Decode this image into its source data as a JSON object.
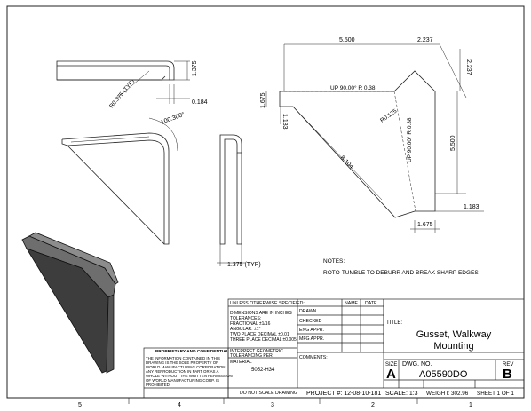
{
  "dimensions": {
    "top_height": "1.375",
    "top_radius": "R0.375 (TYP)",
    "top_offset": "0.184",
    "bend_angle": "100.300°",
    "side_width": "1.375 (TYP)",
    "flat_width_top": "5.500",
    "flat_tab_top": "2.237",
    "flat_tab_right": "2.237",
    "flat_left_small": "1.675",
    "flat_left_inner": "1.183",
    "bend_up_1": "UP  90.00°  R 0.38",
    "bend_up_2": "UP  90.00°  R 0.38",
    "flat_radius": "R0.125",
    "flat_diagonal": "8.104",
    "flat_height": "5.500",
    "flat_bottom_right": "1.183",
    "flat_bottom": "1.675"
  },
  "notes": {
    "heading": "NOTES:",
    "line1": "ROTO-TUMBLE TO DEBURR AND BREAK SHARP EDGES"
  },
  "title_block": {
    "unless_specified": "UNLESS OTHERWISE SPECIFIED:",
    "col_name": "NAME",
    "col_date": "DATE",
    "dims_line1": "DIMENSIONS ARE IN INCHES",
    "dims_line2": "TOLERANCES:",
    "dims_line3": "FRACTIONAL ±1/16",
    "dims_line4": "ANGULAR: ±1°",
    "dims_line5": "TWO PLACE DECIMAL    ±0.01",
    "dims_line6": "THREE PLACE DECIMAL  ±0.005",
    "row_drawn": "DRAWN",
    "row_checked": "CHECKED",
    "row_eng": "ENG APPR.",
    "row_mfg": "MFG APPR.",
    "row_comments": "COMMENTS:",
    "interpret_1": "INTERPRET GEOMETRIC",
    "interpret_2": "TOLERANCING PER:",
    "material_label": "MATERIAL",
    "material_value": "5052-H34",
    "prop_title": "PROPRIETARY AND CONFIDENTIAL",
    "prop_1": "THE INFORMATION CONTAINED IN THIS",
    "prop_2": "DRAWING IS THE SOLE PROPERTY OF",
    "prop_3": "WORLD MANUFACTURING CORPORATION.",
    "prop_4": "ANY  REPRODUCTION IN PART OR AS A",
    "prop_5": "WHOLE WITHOUT THE WRITTEN PERMISSION",
    "prop_6": "OF WORLD MANUFACTURING CORP. IS",
    "prop_7": "PROHIBITED.",
    "do_not_scale": "DO NOT SCALE DRAWING",
    "project": "PROJECT #: 12-08-10-181",
    "title_label": "TITLE:",
    "title_line1": "Gusset, Walkway",
    "title_line2": "Mounting",
    "size_label": "SIZE",
    "size_value": "A",
    "dwg_label": "DWG.  NO.",
    "dwg_value": "A05590DO",
    "rev_label": "REV",
    "rev_value": "B",
    "scale": "SCALE: 1:3",
    "weight": "WEIGHT: 302.96",
    "sheet": "SHEET 1 OF 1"
  },
  "zones": [
    "5",
    "4",
    "3",
    "2",
    "1"
  ]
}
